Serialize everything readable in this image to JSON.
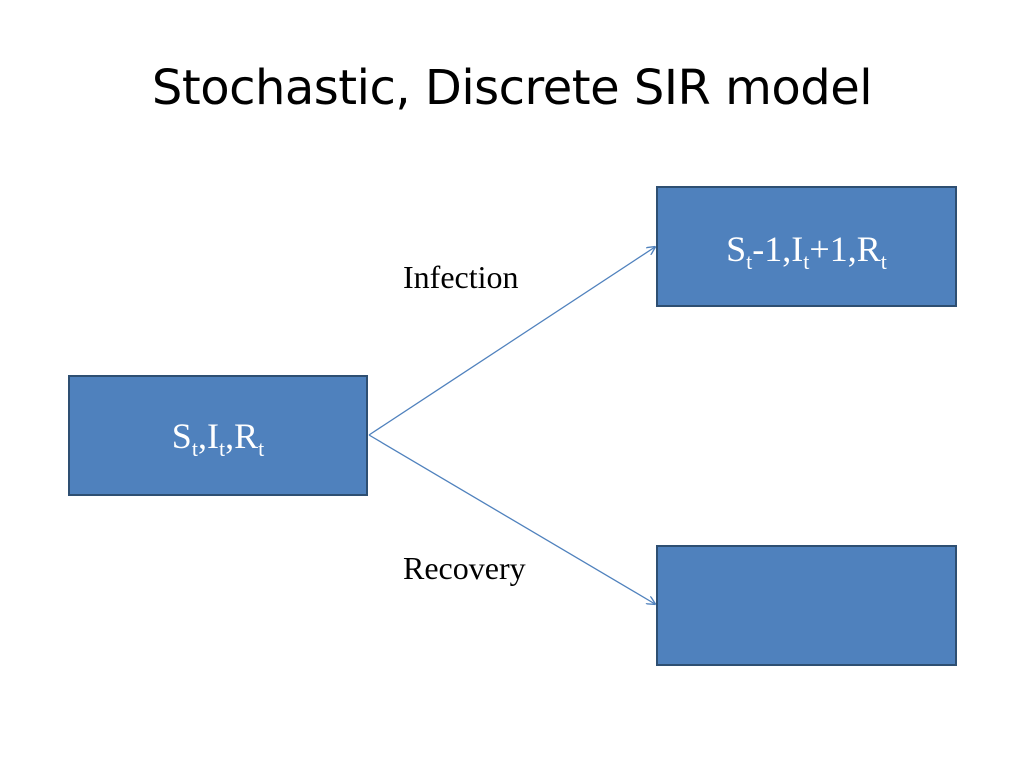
{
  "title": "Stochastic, Discrete SIR model",
  "colors": {
    "box_fill": "#4f81bd",
    "box_border": "#2e4f72",
    "arrow": "#4f81bd"
  },
  "nodes": {
    "initial": {
      "parts": [
        {
          "base": "S",
          "sub": "t"
        },
        {
          "base": ",I",
          "sub": "t"
        },
        {
          "base": ",R",
          "sub": "t"
        }
      ]
    },
    "infection_result": {
      "parts": [
        {
          "base": "S",
          "sub": "t"
        },
        {
          "base": "-1,I",
          "sub": "t"
        },
        {
          "base": "+1,R",
          "sub": "t"
        }
      ]
    },
    "recovery_result": {
      "parts": []
    }
  },
  "edges": {
    "infection": {
      "label": "Infection"
    },
    "recovery": {
      "label": "Recovery"
    }
  }
}
